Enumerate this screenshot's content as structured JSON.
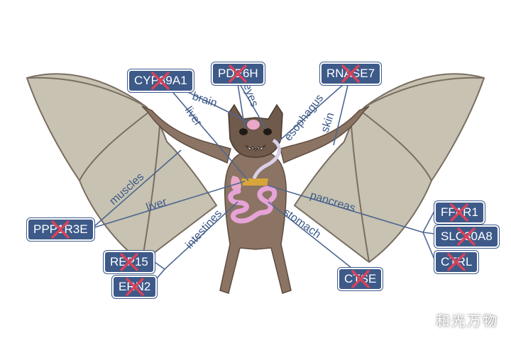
{
  "colors": {
    "label_bg": "#3d5a89",
    "label_text": "#ffffff",
    "line": "#4d6790",
    "cross": "#d9435a",
    "wing": "#c7c2b1",
    "body": "#8b7463",
    "organs": "#e6a3d8"
  },
  "genes": {
    "cyp39a1": "CYP39A1",
    "pde6h": "PDE6H",
    "rnase7": "RNASE7",
    "ppp1r3e": "PPP1R3E",
    "rep15": "REP15",
    "ern2": "ERN2",
    "ffar1": "FFAR1",
    "slc30a8": "SLC30A8",
    "ctrl": "CTRL",
    "ctse": "CTSE"
  },
  "organs": {
    "brain": "brain",
    "liver_upper": "liver",
    "eyes": "eyes",
    "esophagus": "esophagus",
    "skin": "skin",
    "muscles": "muscles",
    "liver_lower": "liver",
    "pancreas": "pancreas",
    "intestines": "intestines",
    "stomach": "stomach"
  },
  "watermark": "和光万物"
}
